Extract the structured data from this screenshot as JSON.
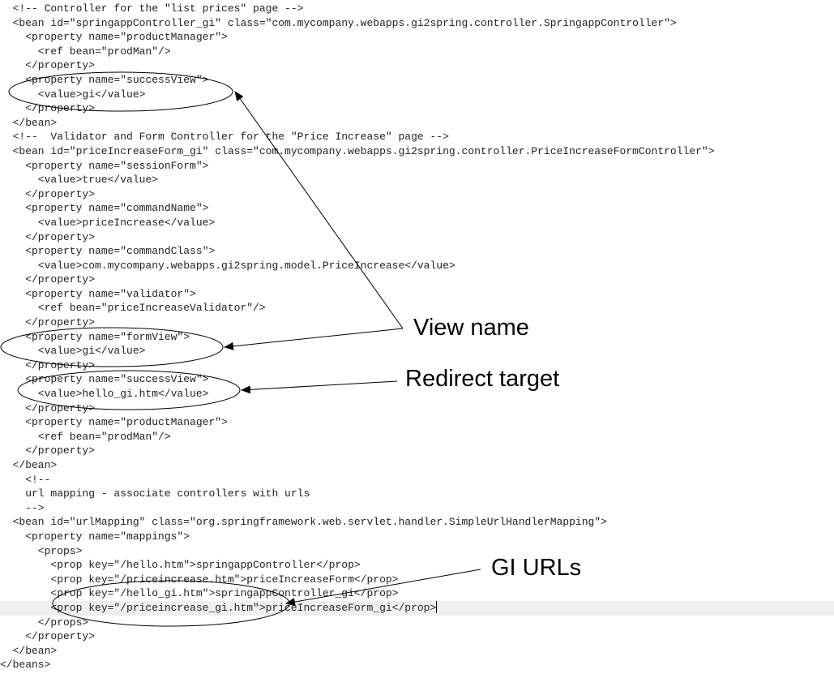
{
  "code": {
    "lines": [
      {
        "indent": 1,
        "text": "<!-- Controller for the \"list prices\" page -->"
      },
      {
        "indent": 1,
        "text": "<bean id=\"springappController_gi\" class=\"com.mycompany.webapps.gi2spring.controller.SpringappController\">"
      },
      {
        "indent": 2,
        "text": "<property name=\"productManager\">"
      },
      {
        "indent": 3,
        "text": "<ref bean=\"prodMan\"/>"
      },
      {
        "indent": 2,
        "text": "</property>"
      },
      {
        "indent": 2,
        "text": "<property name=\"successView\">"
      },
      {
        "indent": 3,
        "text": "<value>gi</value>"
      },
      {
        "indent": 2,
        "text": "</property>"
      },
      {
        "indent": 1,
        "text": "</bean>"
      },
      {
        "indent": 1,
        "text": "<!--  Validator and Form Controller for the \"Price Increase\" page -->"
      },
      {
        "indent": 1,
        "text": "<bean id=\"priceIncreaseForm_gi\" class=\"com.mycompany.webapps.gi2spring.controller.PriceIncreaseFormController\">"
      },
      {
        "indent": 2,
        "text": "<property name=\"sessionForm\">"
      },
      {
        "indent": 3,
        "text": "<value>true</value>"
      },
      {
        "indent": 2,
        "text": "</property>"
      },
      {
        "indent": 2,
        "text": "<property name=\"commandName\">"
      },
      {
        "indent": 3,
        "text": "<value>priceIncrease</value>"
      },
      {
        "indent": 2,
        "text": "</property>"
      },
      {
        "indent": 2,
        "text": "<property name=\"commandClass\">"
      },
      {
        "indent": 3,
        "text": "<value>com.mycompany.webapps.gi2spring.model.PriceIncrease</value>"
      },
      {
        "indent": 2,
        "text": "</property>"
      },
      {
        "indent": 2,
        "text": "<property name=\"validator\">"
      },
      {
        "indent": 3,
        "text": "<ref bean=\"priceIncreaseValidator\"/>"
      },
      {
        "indent": 2,
        "text": "</property>"
      },
      {
        "indent": 2,
        "text": "<property name=\"formView\">"
      },
      {
        "indent": 3,
        "text": "<value>gi</value>"
      },
      {
        "indent": 2,
        "text": "</property>"
      },
      {
        "indent": 2,
        "text": "<property name=\"successView\">"
      },
      {
        "indent": 3,
        "text": "<value>hello_gi.htm</value>"
      },
      {
        "indent": 2,
        "text": "</property>"
      },
      {
        "indent": 2,
        "text": "<property name=\"productManager\">"
      },
      {
        "indent": 3,
        "text": "<ref bean=\"prodMan\"/>"
      },
      {
        "indent": 2,
        "text": "</property>"
      },
      {
        "indent": 1,
        "text": "</bean>"
      },
      {
        "indent": 2,
        "text": "<!--"
      },
      {
        "indent": 2,
        "text": "url mapping - associate controllers with urls"
      },
      {
        "indent": 2,
        "text": "-->"
      },
      {
        "indent": 1,
        "text": "<bean id=\"urlMapping\" class=\"org.springframework.web.servlet.handler.SimpleUrlHandlerMapping\">"
      },
      {
        "indent": 2,
        "text": "<property name=\"mappings\">"
      },
      {
        "indent": 3,
        "text": "<props>"
      },
      {
        "indent": 4,
        "text": "<prop key=\"/hello.htm\">springappController</prop>"
      },
      {
        "indent": 4,
        "text": "<prop key=\"/priceincrease.htm\">priceIncreaseForm</prop>"
      },
      {
        "indent": 4,
        "text": "<prop key=\"/hello_gi.htm\">springappController_gi</prop>"
      },
      {
        "indent": 4,
        "text": "<prop key=\"/priceincrease_gi.htm\">priceIncreaseForm_gi</prop>",
        "highlight": true,
        "caret": true
      },
      {
        "indent": 3,
        "text": "</props>"
      },
      {
        "indent": 2,
        "text": "</property>"
      },
      {
        "indent": 1,
        "text": "</bean>"
      },
      {
        "indent": 0,
        "text": "</beans>"
      }
    ]
  },
  "annotations": {
    "view_name": "View name",
    "redirect_target": "Redirect target",
    "gi_urls": "GI URLs"
  },
  "colors": {
    "text": "#222222",
    "highlight_line": "#efefef",
    "annotation": "#000000"
  }
}
